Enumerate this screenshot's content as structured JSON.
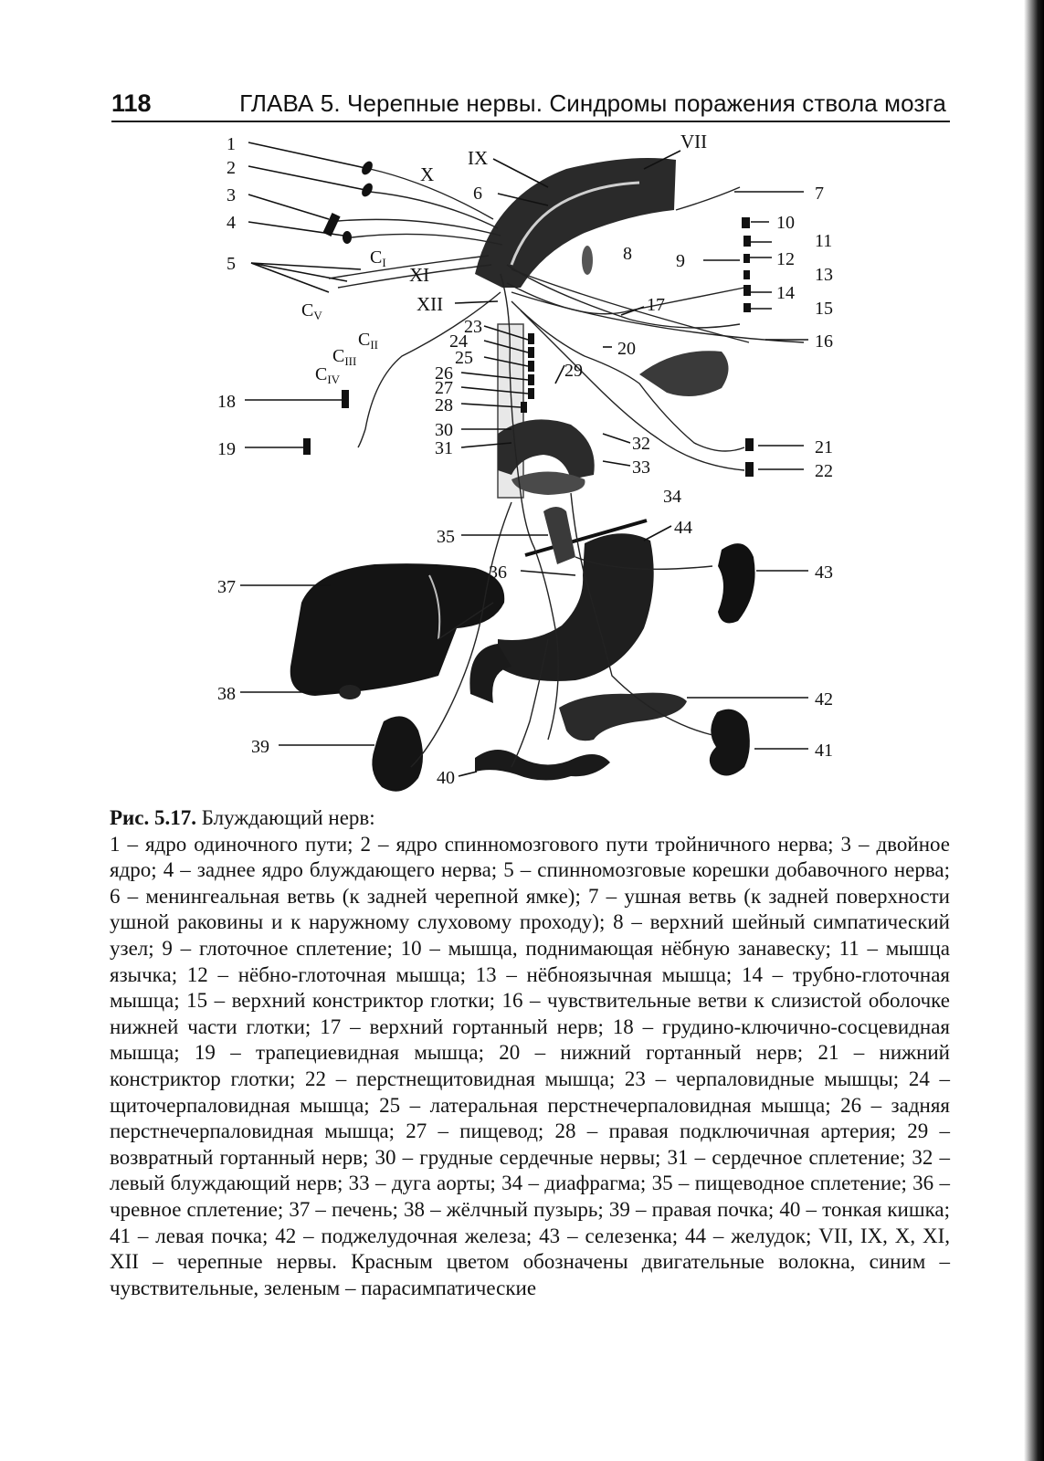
{
  "header": {
    "page_number": "118",
    "running_head": "ГЛАВА 5. Черепные нервы. Синдромы поражения ствола мозга"
  },
  "figure": {
    "numbered_labels": [
      "1",
      "2",
      "3",
      "4",
      "5",
      "6",
      "7",
      "8",
      "9",
      "10",
      "11",
      "12",
      "13",
      "14",
      "15",
      "16",
      "17",
      "18",
      "19",
      "20",
      "21",
      "22",
      "23",
      "24",
      "25",
      "26",
      "27",
      "28",
      "29",
      "30",
      "31",
      "32",
      "33",
      "34",
      "35",
      "36",
      "37",
      "38",
      "39",
      "40",
      "41",
      "42",
      "43",
      "44"
    ],
    "cranial_nerve_labels": [
      "VII",
      "IX",
      "X",
      "XI",
      "XII"
    ],
    "cervical_labels": {
      "c1_main": "C",
      "c1_sub": "I",
      "cv_main": "C",
      "cv_sub": "V",
      "c2_main": "C",
      "c2_sub": "II",
      "c3_main": "C",
      "c3_sub": "III",
      "c4_main": "C",
      "c4_sub": "IV"
    }
  },
  "caption": {
    "figure_ref": "Рис. 5.17.",
    "title": " Блуждающий нерв:",
    "body": "1 – ядро одиночного пути; 2 – ядро спинномозгового пути тройничного нерва; 3 – двойное ядро; 4 – заднее ядро блуждающего нерва; 5 – спинномозговые корешки добавочного нерва; 6 – менингеальная ветвь (к задней черепной ямке); 7 – ушная ветвь (к задней поверхности ушной раковины и к наружному слуховому проходу); 8 – верхний шейный симпатический узел; 9 – глоточное сплетение; 10 – мышца, поднимающая нёбную занавеску; 11 – мышца язычка; 12 – нёбно-глоточная мышца; 13 – нёбноязычная мышца; 14 – трубно-глоточная мышца; 15 – верхний констриктор глотки; 16 – чувствительные ветви к слизистой оболочке нижней части глотки; 17 – верхний гортанный нерв; 18 – грудино-ключично-сосцевидная мышца; 19 – трапециевидная мышца; 20 – нижний гортанный нерв; 21 – нижний констриктор глотки; 22 – перстнещитовидная мышца; 23 – черпаловидные мышцы; 24 – щиточерпаловидная мышца; 25 – латеральная перстнечерпаловидная мышца; 26 – задняя перстнечерпаловидная мышца; 27 – пищевод; 28 – правая подключичная артерия; 29 – возвратный гортанный нерв; 30 – грудные сердечные нервы; 31 – сердечное сплетение; 32 – левый блуждающий нерв; 33 – дуга аорты; 34 – диафрагма; 35 – пищеводное сплетение; 36 – чревное сплетение; 37 – печень; 38 – жёлчный пузырь; 39 – правая почка; 40 – тонкая кишка; 41 – левая почка; 42 – поджелудочная железа; 43 – селезенка; 44 – желудок; VII, IX, X, XI, XII – черепные нервы. Красным цветом обозначены двигательные волокна, синим – чувствительные, зеленым – парасимпатические"
  }
}
